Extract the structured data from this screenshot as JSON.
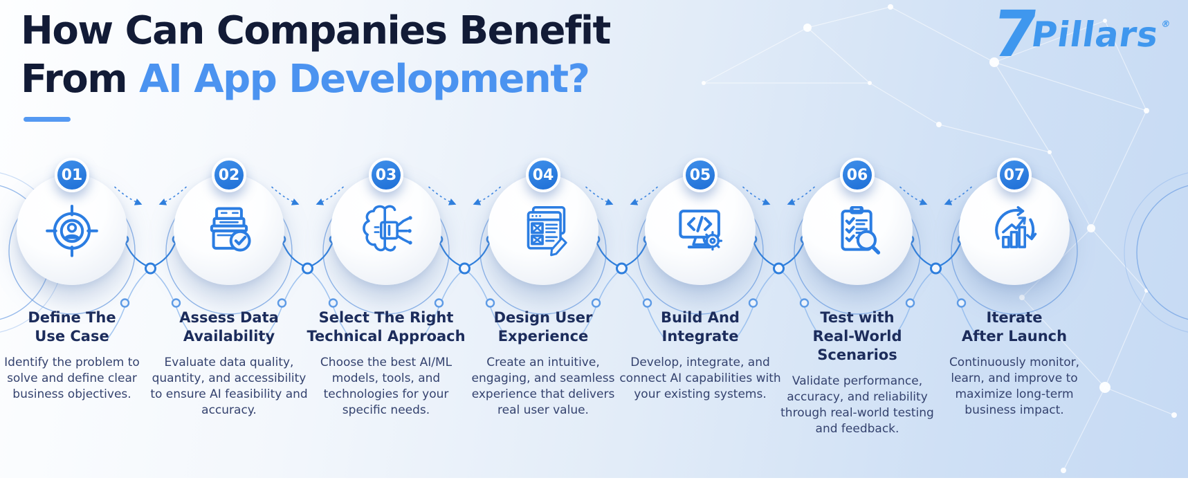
{
  "header": {
    "title_line1": "How Can Companies Benefit",
    "title_line2_prefix": "From ",
    "title_line2_accent": "AI App Development?"
  },
  "logo": {
    "prefix": "7",
    "name": "Pillars",
    "trademark": "®"
  },
  "brand_colors": {
    "title_navy": "#121b36",
    "accent_blue": "#4b93f0",
    "icon_blue": "#2b7de2",
    "badge_blue": "#2a7ce0"
  },
  "steps": [
    {
      "number": "01",
      "icon": "user-target-icon",
      "title": "Define The\nUse Case",
      "description": "Identify the problem to solve and define clear business objectives."
    },
    {
      "number": "02",
      "icon": "data-archive-check-icon",
      "title": "Assess Data\nAvailability",
      "description": "Evaluate data quality, quantity, and accessibility to ensure AI feasibility and accuracy."
    },
    {
      "number": "03",
      "icon": "ai-brain-chip-icon",
      "title": "Select The Right\nTechnical Approach",
      "description": "Choose the best AI/ML models, tools, and technologies for your specific needs."
    },
    {
      "number": "04",
      "icon": "wireframe-design-icon",
      "title": "Design User\nExperience",
      "description": "Create an intuitive, engaging, and seamless experience that delivers real user value."
    },
    {
      "number": "05",
      "icon": "code-monitor-gear-icon",
      "title": "Build And\nIntegrate",
      "description": "Develop, integrate, and connect AI capabilities with your existing systems."
    },
    {
      "number": "06",
      "icon": "checklist-magnifier-icon",
      "title": "Test with\nReal-World\nScenarios",
      "description": "Validate performance, accuracy, and reliability through real-world testing and feedback."
    },
    {
      "number": "07",
      "icon": "iterate-growth-icon",
      "title": "Iterate\nAfter Launch",
      "description": "Continuously monitor, learn, and improve to maximize long-term business impact."
    }
  ]
}
